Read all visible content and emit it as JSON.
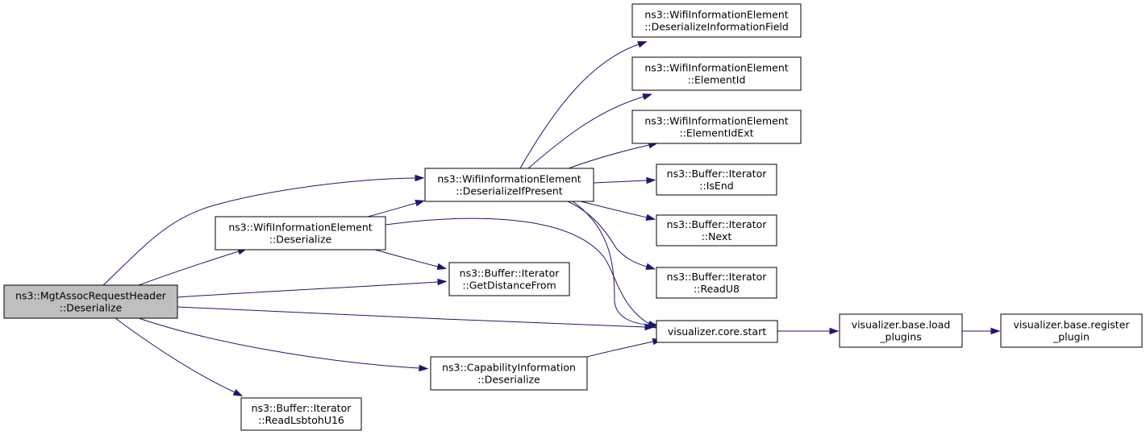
{
  "graph": {
    "colors": {
      "edge": "#191970",
      "root_fill": "#bfbfbf",
      "node_fill": "#ffffff",
      "node_border": "#000000"
    },
    "nodes": [
      {
        "id": "mgt_deserialize",
        "name": "node-mgtassocrequestheader-deserialize",
        "lines": [
          "ns3::MgtAssocRequestHeader",
          "::Deserialize"
        ],
        "root": true
      },
      {
        "id": "wie_deserialize",
        "name": "node-wifiinformationelement-deserialize",
        "lines": [
          "ns3::WifiInformationElement",
          "::Deserialize"
        ]
      },
      {
        "id": "wie_deserialize_if_present",
        "name": "node-wifiinformationelement-deserializeifpresent",
        "lines": [
          "ns3::WifiInformationElement",
          "::DeserializeIfPresent"
        ]
      },
      {
        "id": "wie_deserialize_information_field",
        "name": "node-wifiinformationelement-deserializeinformationfield",
        "lines": [
          "ns3::WifiInformationElement",
          "::DeserializeInformationField"
        ]
      },
      {
        "id": "wie_element_id",
        "name": "node-wifiinformationelement-elementid",
        "lines": [
          "ns3::WifiInformationElement",
          "::ElementId"
        ]
      },
      {
        "id": "wie_element_id_ext",
        "name": "node-wifiinformationelement-elementidext",
        "lines": [
          "ns3::WifiInformationElement",
          "::ElementIdExt"
        ]
      },
      {
        "id": "iter_is_end",
        "name": "node-buffer-iterator-isend",
        "lines": [
          "ns3::Buffer::Iterator",
          "::IsEnd"
        ]
      },
      {
        "id": "iter_next",
        "name": "node-buffer-iterator-next",
        "lines": [
          "ns3::Buffer::Iterator",
          "::Next"
        ]
      },
      {
        "id": "iter_read_u8",
        "name": "node-buffer-iterator-readu8",
        "lines": [
          "ns3::Buffer::Iterator",
          "::ReadU8"
        ]
      },
      {
        "id": "iter_get_distance_from",
        "name": "node-buffer-iterator-getdistancefrom",
        "lines": [
          "ns3::Buffer::Iterator",
          "::GetDistanceFrom"
        ]
      },
      {
        "id": "viz_core_start",
        "name": "node-visualizer-core-start",
        "lines": [
          "visualizer.core.start"
        ]
      },
      {
        "id": "viz_load_plugins",
        "name": "node-visualizer-base-load-plugins",
        "lines": [
          "visualizer.base.load",
          "_plugins"
        ]
      },
      {
        "id": "viz_register_plugin",
        "name": "node-visualizer-base-register-plugin",
        "lines": [
          "visualizer.base.register",
          "_plugin"
        ]
      },
      {
        "id": "capinfo_deserialize",
        "name": "node-capabilityinformation-deserialize",
        "lines": [
          "ns3::CapabilityInformation",
          "::Deserialize"
        ]
      },
      {
        "id": "iter_read_lsbtoh_u16",
        "name": "node-buffer-iterator-readlsbtohu16",
        "lines": [
          "ns3::Buffer::Iterator",
          "::ReadLsbtohU16"
        ]
      }
    ],
    "edges": [
      {
        "from": "mgt_deserialize",
        "to": "wie_deserialize_if_present"
      },
      {
        "from": "mgt_deserialize",
        "to": "wie_deserialize"
      },
      {
        "from": "mgt_deserialize",
        "to": "iter_get_distance_from"
      },
      {
        "from": "mgt_deserialize",
        "to": "viz_core_start"
      },
      {
        "from": "mgt_deserialize",
        "to": "capinfo_deserialize"
      },
      {
        "from": "mgt_deserialize",
        "to": "iter_read_lsbtoh_u16"
      },
      {
        "from": "wie_deserialize",
        "to": "wie_deserialize_if_present"
      },
      {
        "from": "wie_deserialize",
        "to": "iter_get_distance_from"
      },
      {
        "from": "wie_deserialize",
        "to": "viz_core_start"
      },
      {
        "from": "wie_deserialize_if_present",
        "to": "wie_deserialize_information_field"
      },
      {
        "from": "wie_deserialize_if_present",
        "to": "wie_element_id"
      },
      {
        "from": "wie_deserialize_if_present",
        "to": "wie_element_id_ext"
      },
      {
        "from": "wie_deserialize_if_present",
        "to": "iter_is_end"
      },
      {
        "from": "wie_deserialize_if_present",
        "to": "iter_next"
      },
      {
        "from": "wie_deserialize_if_present",
        "to": "iter_read_u8"
      },
      {
        "from": "wie_deserialize_if_present",
        "to": "viz_core_start"
      },
      {
        "from": "capinfo_deserialize",
        "to": "viz_core_start"
      },
      {
        "from": "viz_core_start",
        "to": "viz_load_plugins"
      },
      {
        "from": "viz_load_plugins",
        "to": "viz_register_plugin"
      }
    ]
  }
}
